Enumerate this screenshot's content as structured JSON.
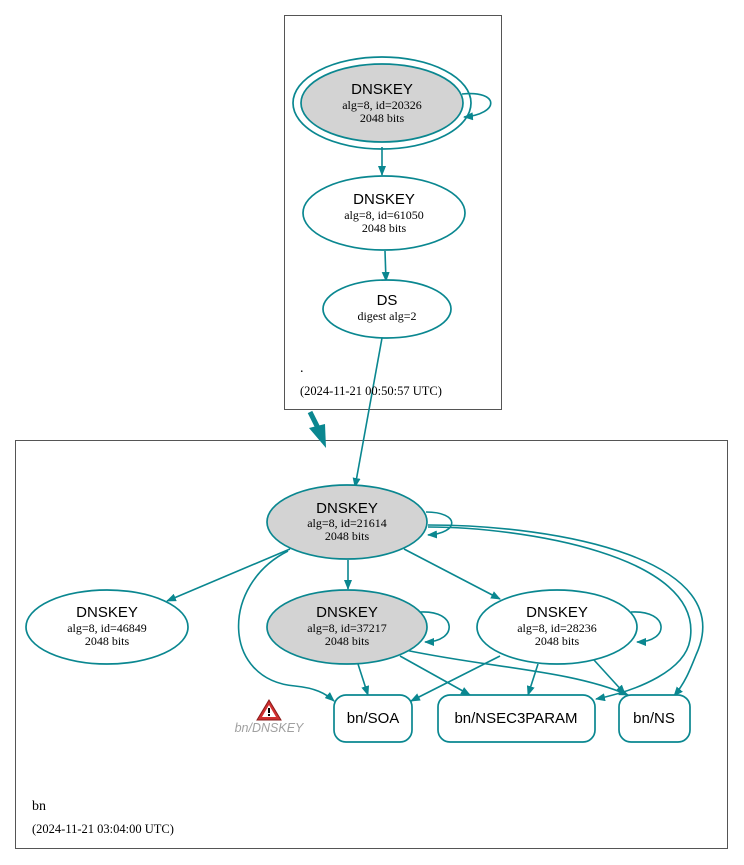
{
  "root_zone": {
    "name": ".",
    "timestamp": "(2024-11-21 00:50:57 UTC)",
    "ksk": {
      "title": "DNSKEY",
      "line1": "alg=8, id=20326",
      "line2": "2048 bits"
    },
    "zsk": {
      "title": "DNSKEY",
      "line1": "alg=8, id=61050",
      "line2": "2048 bits"
    },
    "ds": {
      "title": "DS",
      "line1": "digest alg=2"
    }
  },
  "bn_zone": {
    "name": "bn",
    "timestamp": "(2024-11-21 03:04:00 UTC)",
    "ksk": {
      "title": "DNSKEY",
      "line1": "alg=8, id=21614",
      "line2": "2048 bits"
    },
    "key_46849": {
      "title": "DNSKEY",
      "line1": "alg=8, id=46849",
      "line2": "2048 bits"
    },
    "key_37217": {
      "title": "DNSKEY",
      "line1": "alg=8, id=37217",
      "line2": "2048 bits"
    },
    "key_28236": {
      "title": "DNSKEY",
      "line1": "alg=8, id=28236",
      "line2": "2048 bits"
    },
    "rrsets": {
      "soa": "bn/SOA",
      "nsec3param": "bn/NSEC3PARAM",
      "ns": "bn/NS"
    },
    "warning_label": "bn/DNSKEY"
  },
  "colors": {
    "edge": "#0a8790",
    "ksk_fill": "#d3d3d3",
    "border": "#555555",
    "warning": "#d03030"
  }
}
